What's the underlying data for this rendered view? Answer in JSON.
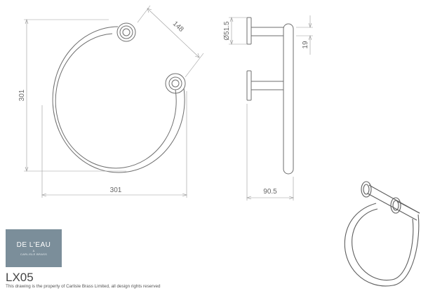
{
  "brand": {
    "name": "DE L'EAU",
    "amp": "&",
    "subtitle": "CARLISLE BRASS",
    "background": "#7b8e9a"
  },
  "product": {
    "code": "LX05",
    "notice": "This drawing is the property of Carlisle Brass Limited, all design rights reserved"
  },
  "dimensions": {
    "ring_width": "301",
    "ring_height": "301",
    "diagonal": "148",
    "rose_diameter": "Ø51.5",
    "offset": "19",
    "projection": "90.5"
  },
  "colors": {
    "line": "#6e6e6e",
    "dimension_line": "#9a9a9a"
  }
}
